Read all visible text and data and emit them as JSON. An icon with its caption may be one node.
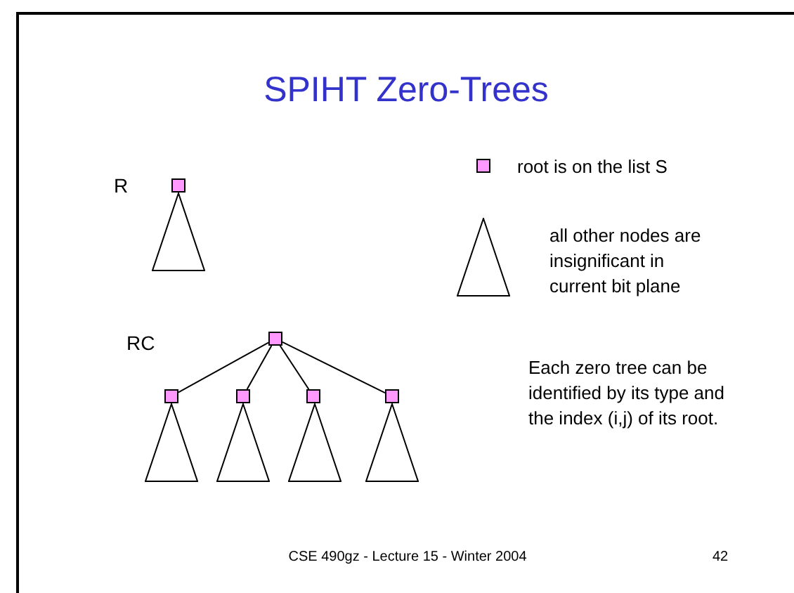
{
  "diagram": {
    "title": "SPIHT Zero-Trees",
    "nodes": [
      {
        "text": [],
        "shape": "box"
      },
      {
        "text": [],
        "shape": "triangle"
      },
      {
        "text": [],
        "shape": "box"
      },
      {
        "text": [],
        "shape": "box"
      },
      {
        "text": [],
        "shape": "box"
      },
      {
        "text": [],
        "shape": "box"
      },
      {
        "text": [],
        "shape": "box"
      },
      {
        "text": [],
        "shape": "triangle"
      },
      {
        "text": [],
        "shape": "triangle"
      },
      {
        "text": [],
        "shape": "triangle"
      },
      {
        "text": [],
        "shape": "triangle"
      }
    ],
    "edges": [
      {
        "from": 2,
        "to": 3,
        "arrow": "none"
      },
      {
        "from": 2,
        "to": 4,
        "arrow": "none"
      },
      {
        "from": 2,
        "to": 5,
        "arrow": "none"
      },
      {
        "from": 2,
        "to": 6,
        "arrow": "none"
      }
    ],
    "labels": [
      "R",
      "RC",
      "Each zero tree can be identified by its type and the index (i,j) of its root.",
      "CSE 490gz - Lecture 15 - Winter 2004",
      "42"
    ],
    "legend": [
      {
        "text": "root is on the list S"
      },
      {
        "text": "all other nodes are insignificant in current bit plane"
      }
    ]
  }
}
